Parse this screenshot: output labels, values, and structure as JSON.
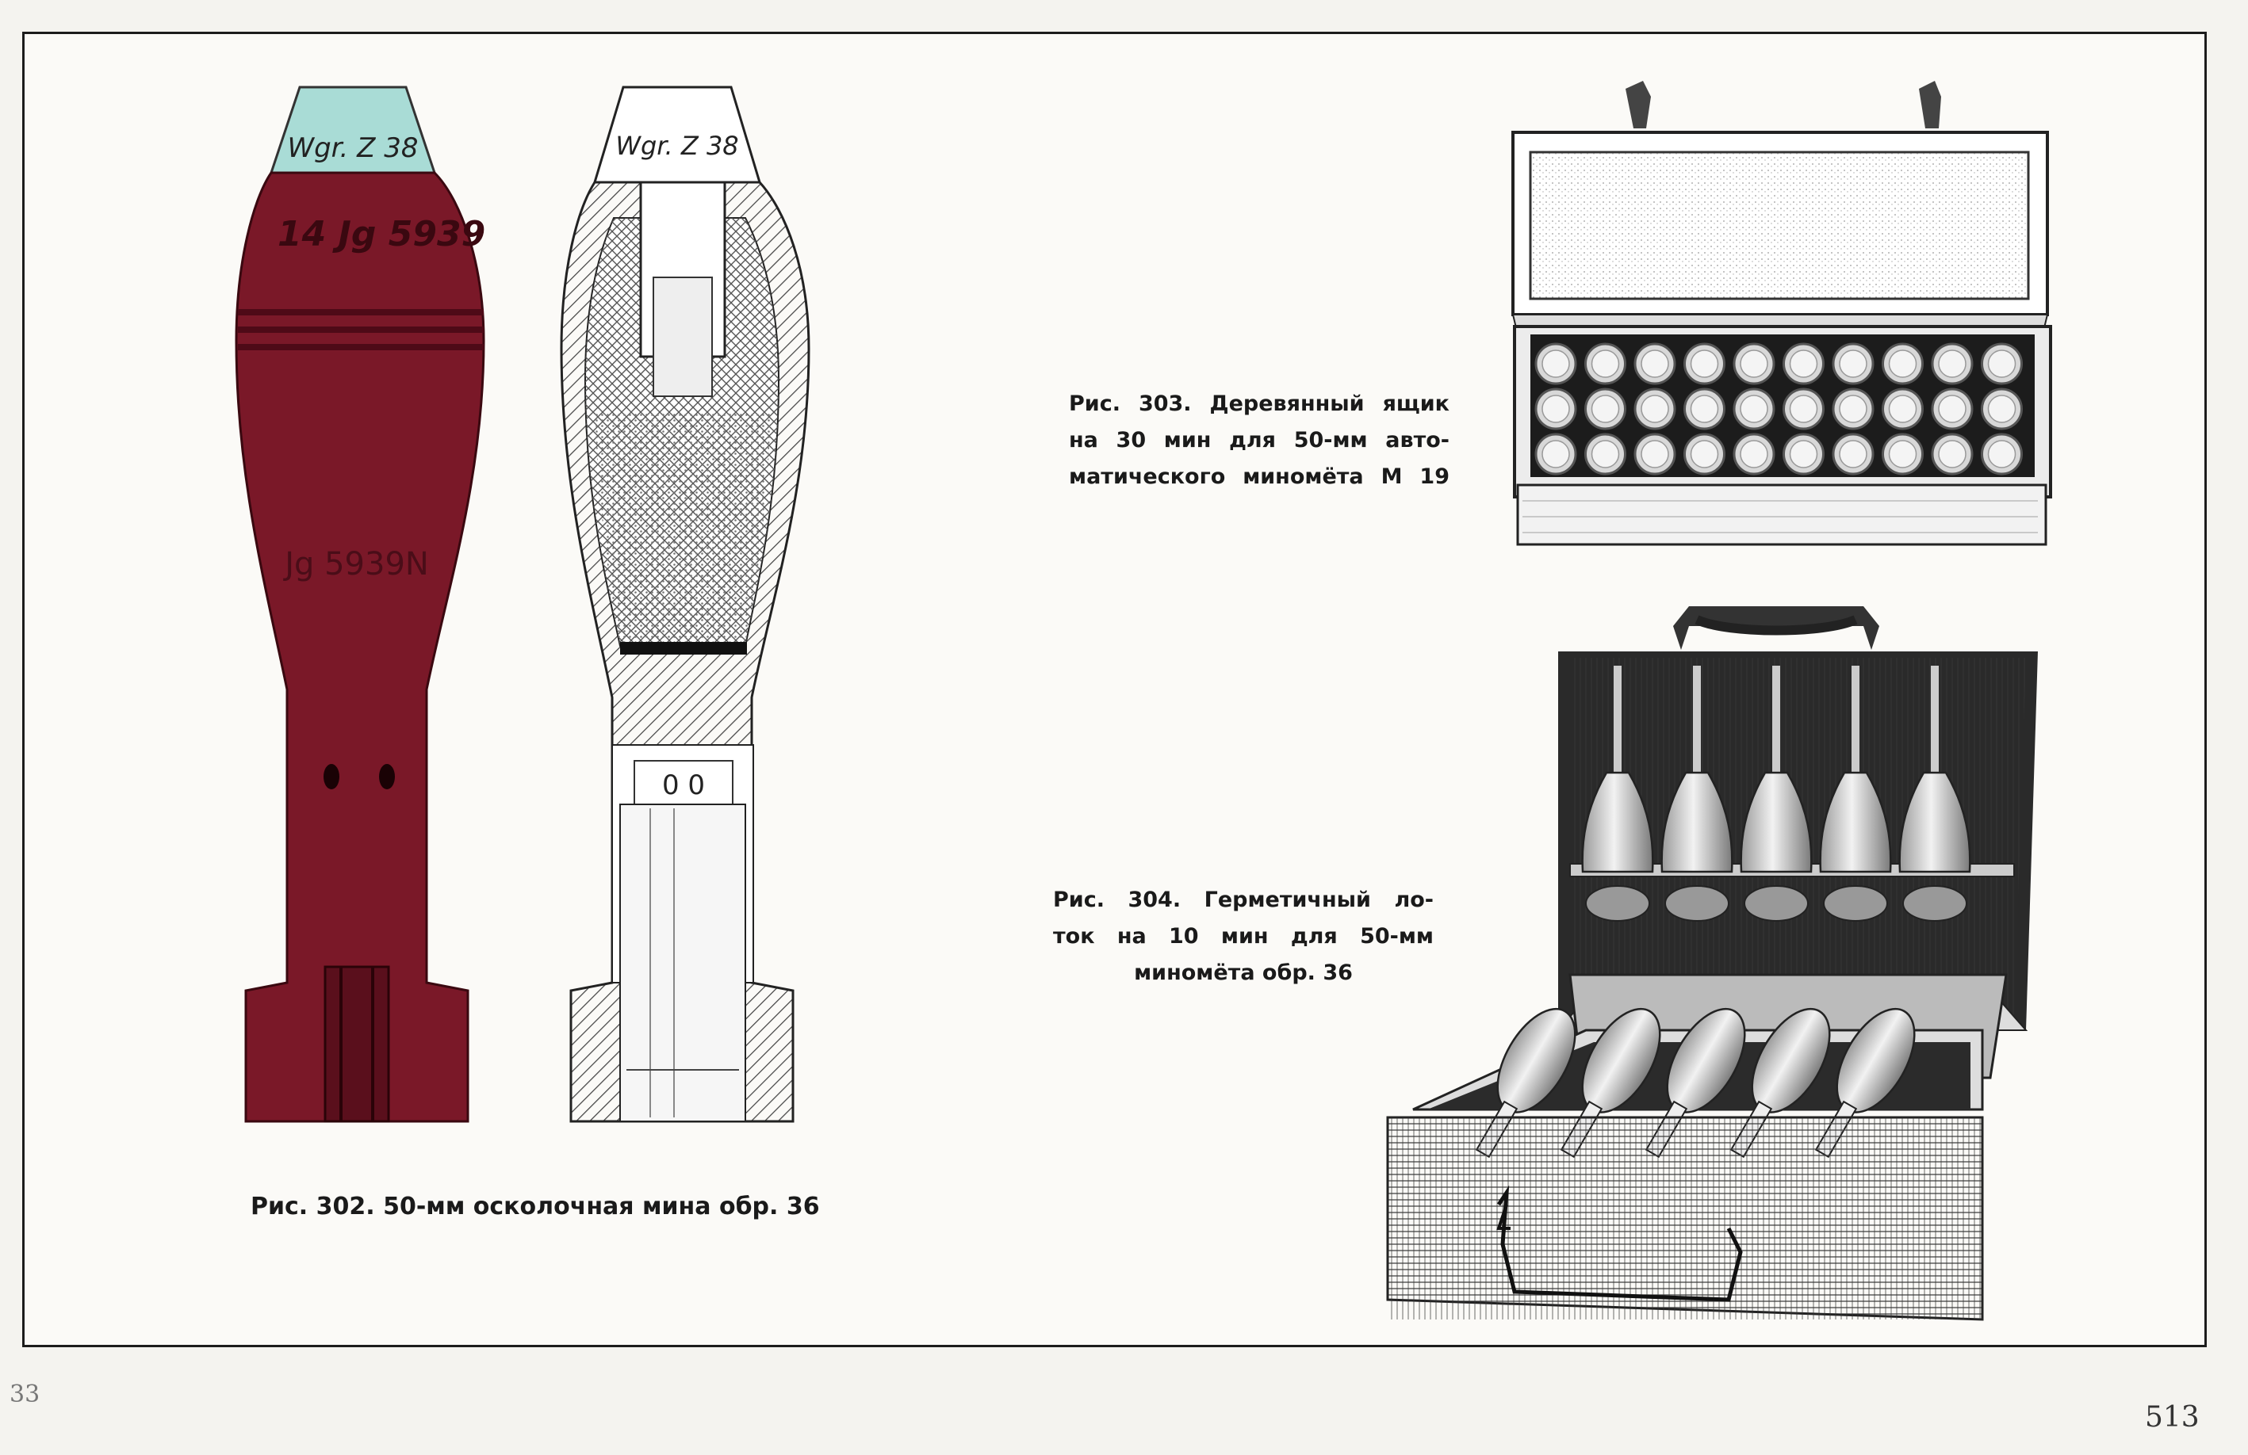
{
  "page": {
    "left_page_number": "33",
    "right_page_number": "513"
  },
  "figures": {
    "fig302": {
      "caption": "Рис. 302. 50-мм осколочная мина обр. 36",
      "fuze_label_painted": "Wgr. Z 38",
      "fuze_label_section": "Wgr. Z 38",
      "body_marking_top": "14 Jg 5939",
      "body_marking_mid": "Jg 5939N",
      "colors": {
        "body": "#7a1828",
        "fuze": "#a9dcd6"
      }
    },
    "fig303": {
      "caption_lines": [
        "Рис. 303. Деревянный ящик",
        "на 30 мин для 50-мм авто-",
        "матического миномёта M 19"
      ],
      "rows": 3,
      "cols": 10
    },
    "fig304": {
      "caption_lines": [
        "Рис. 304. Герметичный ло-",
        "ток на 10 мин для 50-мм",
        "миномёта обр. 36"
      ]
    }
  }
}
